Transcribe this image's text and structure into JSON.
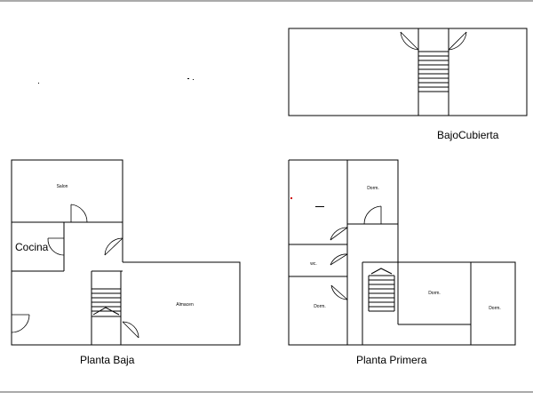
{
  "titles": {
    "bajo_cubierta": "BajoCubierta",
    "planta_baja": "Planta Baja",
    "planta_primera": "Planta Primera"
  },
  "rooms": {
    "salon": "Salon",
    "cocina": "Cocina",
    "almacen": "Almacen",
    "dorm_top": "Dorm.",
    "dorm_left": "Dorm.",
    "dorm_center": "Dorm.",
    "dorm_right": "Dorm.",
    "wc": "wc."
  },
  "colors": {
    "lines": "#000000",
    "background": "#ffffff"
  }
}
